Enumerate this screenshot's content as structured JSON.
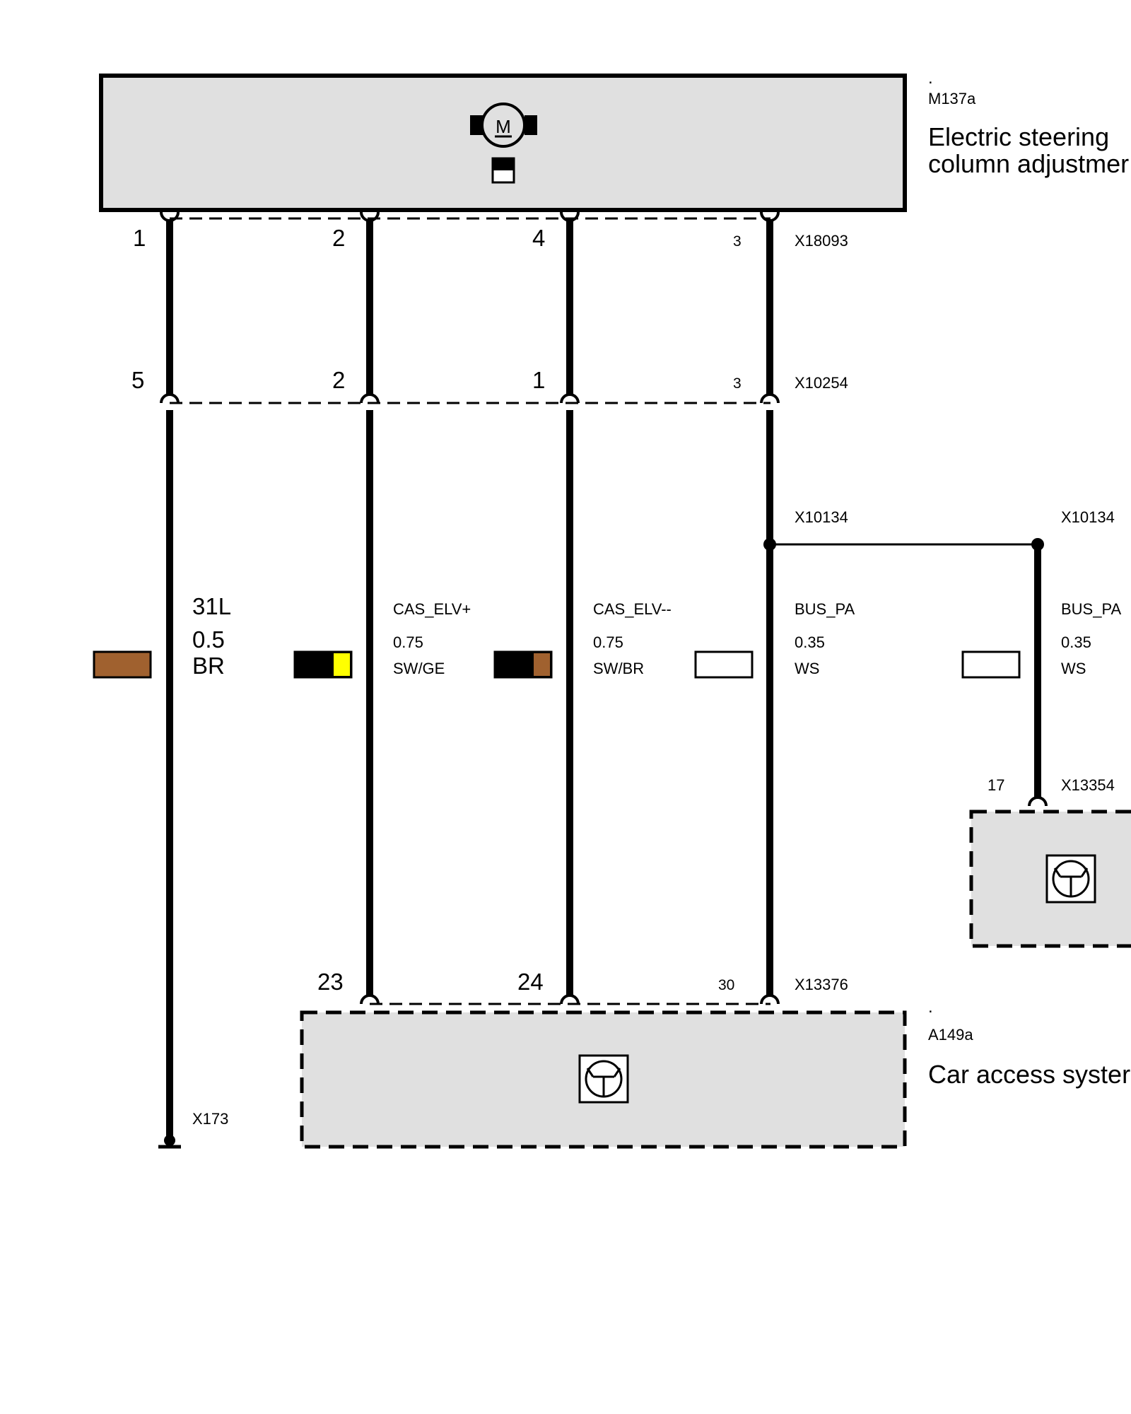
{
  "colors": {
    "component_fill": "#e0e0e0",
    "wire": "#000000",
    "swatch_br": "#a0612f",
    "swatch_sw": "#000000",
    "swatch_ge": "#ffff00",
    "swatch_ws": "#ffffff"
  },
  "components": {
    "m137a": {
      "dot": ".",
      "id": "M137a",
      "name_line1": "Electric steering",
      "name_line2": "column adjustmer",
      "icon": "motor-icon"
    },
    "a149a": {
      "dot": ".",
      "id": "A149a",
      "name": "Car access syster",
      "icon": "control-unit-icon"
    },
    "x13354_module": {
      "icon": "control-unit-icon"
    }
  },
  "connectors": {
    "x18093": {
      "id": "X18093",
      "pins": [
        "1",
        "2",
        "4",
        "3"
      ]
    },
    "x10254": {
      "id": "X10254",
      "pins": [
        "5",
        "2",
        "1",
        "3"
      ]
    },
    "x10134_left": {
      "id": "X10134"
    },
    "x10134_right": {
      "id": "X10134"
    },
    "x13354": {
      "id": "X13354",
      "pin": "17"
    },
    "x13376": {
      "id": "X13376",
      "pins": [
        "23",
        "24",
        "30"
      ]
    },
    "x173": {
      "id": "X173"
    }
  },
  "wires": [
    {
      "signal": "31L",
      "size": "0.5",
      "color": "BR"
    },
    {
      "signal": "CAS_ELV+",
      "size": "0.75",
      "color": "SW/GE"
    },
    {
      "signal": "CAS_ELV--",
      "size": "0.75",
      "color": "SW/BR"
    },
    {
      "signal": "BUS_PA",
      "size": "0.35",
      "color": "WS"
    },
    {
      "signal": "BUS_PA",
      "size": "0.35",
      "color": "WS"
    }
  ]
}
